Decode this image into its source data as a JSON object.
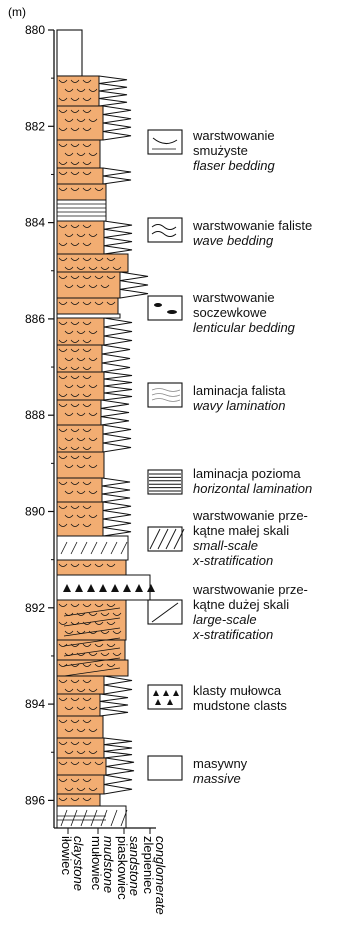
{
  "depth_unit": "(m)",
  "depth_ticks": [
    "880",
    "882",
    "884",
    "886",
    "888",
    "890",
    "892",
    "894",
    "896"
  ],
  "colors": {
    "sandstone": "#f2ad72",
    "line": "#111111",
    "paper": "#ffffff"
  },
  "grain_axis": [
    "iłowiec",
    "claystone",
    "mułowiec",
    "mudstone",
    "piaskowiec",
    "sandstone",
    "zlepieniec",
    "conglomerate"
  ],
  "legend": [
    {
      "pl": [
        "warstwowanie",
        "smużyste"
      ],
      "en": [
        "flaser bedding"
      ],
      "symbol": "flaser"
    },
    {
      "pl": [
        "warstwowanie faliste"
      ],
      "en": [
        "wave bedding"
      ],
      "symbol": "wave"
    },
    {
      "pl": [
        "warstwowanie",
        "soczewkowe"
      ],
      "en": [
        "lenticular bedding"
      ],
      "symbol": "lenticular"
    },
    {
      "pl": [
        "laminacja falista"
      ],
      "en": [
        "wavy lamination"
      ],
      "symbol": "wavy-lamination"
    },
    {
      "pl": [
        "laminacja pozioma"
      ],
      "en": [
        "horizontal lamination"
      ],
      "symbol": "horizontal-lamination"
    },
    {
      "pl": [
        "warstwowanie prze-",
        "kątne małej skali"
      ],
      "en": [
        "small-scale",
        "x-stratification"
      ],
      "symbol": "small-cross"
    },
    {
      "pl": [
        "warstwowanie prze-",
        "kątne dużej skali"
      ],
      "en": [
        "large-scale",
        "x-stratification"
      ],
      "symbol": "large-cross"
    },
    {
      "pl": [
        "klasty mułowca",
        "mudstone clasts"
      ],
      "en": [],
      "symbol": "clasts"
    },
    {
      "pl": [
        "masywny"
      ],
      "en": [
        "massive"
      ],
      "symbol": "massive"
    }
  ]
}
